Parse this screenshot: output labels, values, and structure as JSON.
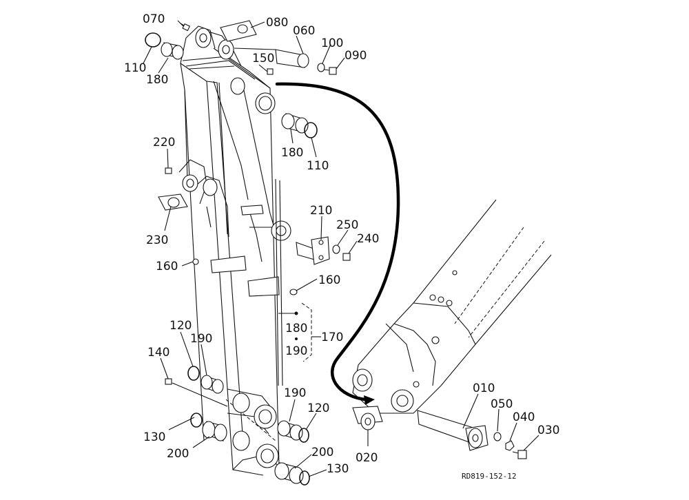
{
  "drawing_code": "RD819-152-12",
  "callouts": [
    {
      "id": "070",
      "label": "070"
    },
    {
      "id": "080",
      "label": "080"
    },
    {
      "id": "060",
      "label": "060"
    },
    {
      "id": "100",
      "label": "100"
    },
    {
      "id": "090",
      "label": "090"
    },
    {
      "id": "110a",
      "label": "110"
    },
    {
      "id": "180a",
      "label": "180"
    },
    {
      "id": "150",
      "label": "150"
    },
    {
      "id": "180b",
      "label": "180"
    },
    {
      "id": "110b",
      "label": "110"
    },
    {
      "id": "220",
      "label": "220"
    },
    {
      "id": "230",
      "label": "230"
    },
    {
      "id": "210",
      "label": "210"
    },
    {
      "id": "250",
      "label": "250"
    },
    {
      "id": "240",
      "label": "240"
    },
    {
      "id": "160a",
      "label": "160"
    },
    {
      "id": "160b",
      "label": "160"
    },
    {
      "id": "180c",
      "label": "180"
    },
    {
      "id": "170",
      "label": "170"
    },
    {
      "id": "190a",
      "label": "190"
    },
    {
      "id": "120a",
      "label": "120"
    },
    {
      "id": "190b",
      "label": "190"
    },
    {
      "id": "140",
      "label": "140"
    },
    {
      "id": "190c",
      "label": "190"
    },
    {
      "id": "120b",
      "label": "120"
    },
    {
      "id": "130a",
      "label": "130"
    },
    {
      "id": "200a",
      "label": "200"
    },
    {
      "id": "200b",
      "label": "200"
    },
    {
      "id": "130b",
      "label": "130"
    },
    {
      "id": "010",
      "label": "010"
    },
    {
      "id": "050",
      "label": "050"
    },
    {
      "id": "040",
      "label": "040"
    },
    {
      "id": "030",
      "label": "030"
    },
    {
      "id": "020",
      "label": "020"
    }
  ]
}
